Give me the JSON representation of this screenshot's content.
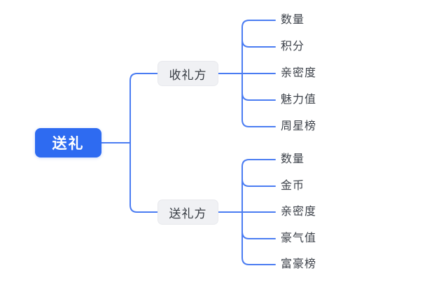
{
  "colors": {
    "background": "#ffffff",
    "root_bg": "#2e6bf1",
    "root_text": "#ffffff",
    "line": "#4a7cf2",
    "branch_bg": "#f0f1f4",
    "branch_border": "#e8e9ed",
    "branch_text": "#363b42",
    "leaf_text": "#3d424a"
  },
  "tree": {
    "root": {
      "label": "送礼"
    },
    "branches": [
      {
        "label": "收礼方",
        "children": [
          "数量",
          "积分",
          "亲密度",
          "魅力值",
          "周星榜"
        ]
      },
      {
        "label": "送礼方",
        "children": [
          "数量",
          "金币",
          "亲密度",
          "豪气值",
          "富豪榜"
        ]
      }
    ]
  }
}
